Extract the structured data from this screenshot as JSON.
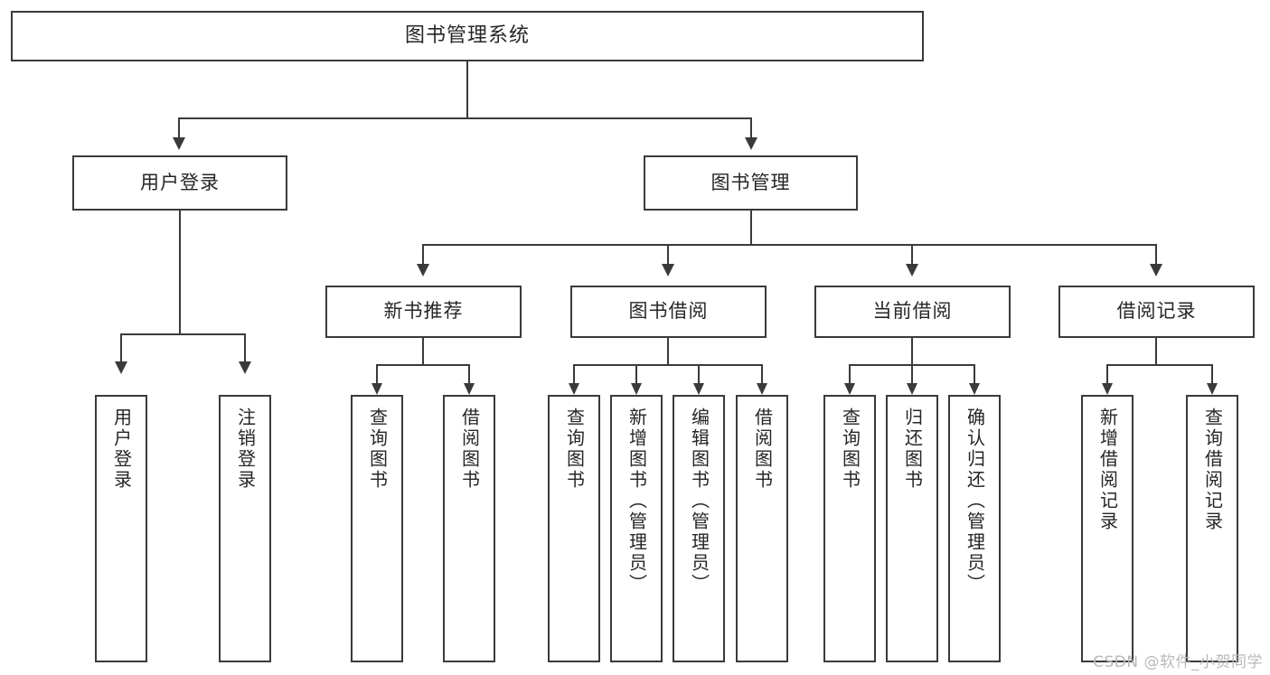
{
  "diagram": {
    "title": "图书管理系统",
    "root": {
      "label": "图书管理系统"
    },
    "level1": [
      {
        "label": "用户登录"
      },
      {
        "label": "图书管理"
      }
    ],
    "level2": [
      {
        "label": "新书推荐"
      },
      {
        "label": "图书借阅"
      },
      {
        "label": "当前借阅"
      },
      {
        "label": "借阅记录"
      }
    ],
    "leaves": {
      "user_login": [
        {
          "label": "用户登录"
        },
        {
          "label": "注销登录"
        }
      ],
      "new_book_recommend": [
        {
          "label": "查询图书"
        },
        {
          "label": "借阅图书"
        }
      ],
      "book_borrow": [
        {
          "label": "查询图书"
        },
        {
          "label": "新增图书（管理员）"
        },
        {
          "label": "编辑图书（管理员）"
        },
        {
          "label": "借阅图书"
        }
      ],
      "current_borrow": [
        {
          "label": "查询图书"
        },
        {
          "label": "归还图书"
        },
        {
          "label": "确认归还（管理员）"
        }
      ],
      "borrow_record": [
        {
          "label": "新增借阅记录"
        },
        {
          "label": "查询借阅记录"
        }
      ]
    },
    "watermark": "CSDN @软件_小贺同学",
    "colors": {
      "stroke": "#3a3a3a",
      "text": "#262626",
      "background": "#ffffff",
      "watermark": "#b9b9b9"
    }
  }
}
